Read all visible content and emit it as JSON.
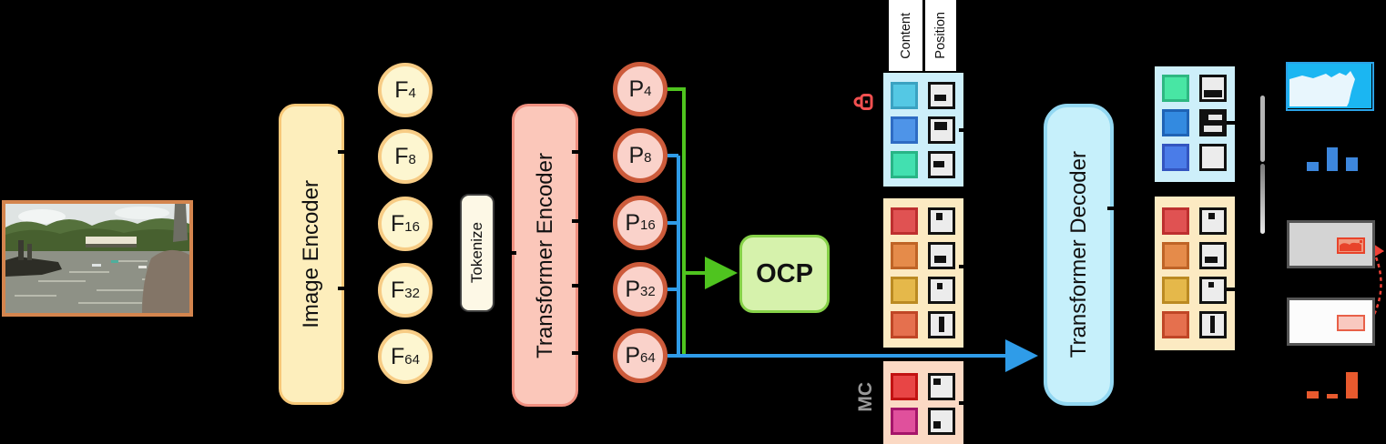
{
  "colors": {
    "background": "#000000",
    "green_arrow": "#4fc41f",
    "blue_arrow": "#2f9ce8",
    "red_accent": "#ef4136"
  },
  "photo": {
    "description": "input river scene photograph",
    "border": "#d4854e"
  },
  "image_encoder": {
    "label": "Image Encoder"
  },
  "tokenize": {
    "label": "Tokenize"
  },
  "transformer_encoder": {
    "label": "Transformer Encoder"
  },
  "ocp": {
    "label": "OCP"
  },
  "transformer_decoder": {
    "label": "Transformer Decoder"
  },
  "feature_tokens": {
    "fill": "#fdf6d0",
    "border": "#f7cc85",
    "items": [
      {
        "base": "F",
        "sub": "4"
      },
      {
        "base": "F",
        "sub": "8"
      },
      {
        "base": "F",
        "sub": "16"
      },
      {
        "base": "F",
        "sub": "32"
      },
      {
        "base": "F",
        "sub": "64"
      }
    ]
  },
  "position_tokens": {
    "fill": "#fad2ca",
    "border": "#cc5b3b",
    "items": [
      {
        "base": "P",
        "sub": "4"
      },
      {
        "base": "P",
        "sub": "8"
      },
      {
        "base": "P",
        "sub": "16"
      },
      {
        "base": "P",
        "sub": "32"
      },
      {
        "base": "P",
        "sub": "64"
      }
    ]
  },
  "query_headers": {
    "content": "Content",
    "position": "Position"
  },
  "mc_label": "MC",
  "lock_icon": {
    "name": "lock-icon",
    "color": "#f25050"
  },
  "queries_in": {
    "locked": {
      "bg": "#cdeffa",
      "rows": [
        {
          "c": "#54c8e4",
          "cb": "#3aa2c2",
          "glyph": {
            "mode": "light",
            "rects": [
              [
                18,
                45,
                52,
                32
              ]
            ]
          }
        },
        {
          "c": "#4e94e8",
          "cb": "#2e6cc4",
          "glyph": {
            "mode": "light",
            "rects": [
              [
                18,
                12,
                55,
                40
              ]
            ]
          }
        },
        {
          "c": "#42e0b0",
          "cb": "#28b586",
          "glyph": {
            "mode": "light",
            "rects": [
              [
                14,
                33,
                48,
                30
              ]
            ]
          }
        }
      ]
    },
    "standard": {
      "bg": "#fceac2",
      "rows": [
        {
          "c": "#e05252",
          "cb": "#bd2f2f",
          "glyph": {
            "mode": "light",
            "rects": [
              [
                26,
                14,
                30,
                30
              ]
            ]
          }
        },
        {
          "c": "#e58b4a",
          "cb": "#bf6426",
          "glyph": {
            "mode": "light",
            "rects": [
              [
                16,
                52,
                55,
                30
              ]
            ]
          }
        },
        {
          "c": "#e5b84a",
          "cb": "#bb8a22",
          "glyph": {
            "mode": "light",
            "rects": [
              [
                28,
                16,
                28,
                28
              ]
            ]
          }
        },
        {
          "c": "#e5704e",
          "cb": "#c04626",
          "glyph": {
            "mode": "light",
            "rects": [
              [
                36,
                12,
                26,
                72
              ]
            ]
          }
        }
      ]
    },
    "mc": {
      "bg": "#fbd9c4",
      "rows": [
        {
          "c": "#e84545",
          "cb": "#c21212",
          "glyph": {
            "mode": "light",
            "rects": [
              [
                14,
                12,
                30,
                30
              ]
            ]
          }
        },
        {
          "c": "#e0509c",
          "cb": "#a5156a",
          "glyph": {
            "mode": "light",
            "rects": [
              [
                14,
                52,
                30,
                30
              ]
            ]
          }
        }
      ]
    }
  },
  "queries_out": {
    "locked": {
      "bg": "#cdeffa",
      "rows": [
        {
          "c": "#48e6a4",
          "cb": "#2eb882",
          "glyph": {
            "mode": "light",
            "rects": [
              [
                8,
                60,
                84,
                32
              ]
            ]
          }
        },
        {
          "c": "#338ae0",
          "cb": "#1f63b5",
          "glyph": {
            "mode": "dark",
            "rects": [
              [
                30,
                12,
                62,
                26
              ],
              [
                8,
                62,
                84,
                28
              ]
            ]
          }
        },
        {
          "c": "#4a7ce8",
          "cb": "#3355c0",
          "glyph": {
            "mode": "light",
            "rects": []
          }
        }
      ]
    },
    "standard": {
      "bg": "#fceac2",
      "rows": [
        {
          "c": "#e05252",
          "cb": "#bd2f2f",
          "glyph": {
            "mode": "light",
            "rects": [
              [
                30,
                14,
                28,
                28
              ]
            ]
          }
        },
        {
          "c": "#e58b4a",
          "cb": "#bf6426",
          "glyph": {
            "mode": "light",
            "rects": [
              [
                14,
                55,
                55,
                28
              ]
            ]
          }
        },
        {
          "c": "#e5b84a",
          "cb": "#bb8a22",
          "glyph": {
            "mode": "light",
            "rects": [
              [
                30,
                12,
                26,
                26
              ]
            ]
          }
        },
        {
          "c": "#e5704e",
          "cb": "#c04626",
          "glyph": {
            "mode": "light",
            "rects": [
              [
                36,
                10,
                24,
                76
              ]
            ]
          }
        }
      ]
    }
  },
  "outputs": {
    "stuff_mask": {
      "main": "#1bb6f2",
      "secondary": "#e8f6fd",
      "border": "#2aa3e8"
    },
    "class_bars_top": {
      "color": "#3d87dd",
      "values": [
        10,
        26,
        15
      ]
    },
    "thing_box": {
      "bg": "#d4d4d4",
      "border": "#555555",
      "mask_fill": "#f0997f",
      "mask_stroke": "#e8432a"
    },
    "box_pred": {
      "bg": "#fcfcfc",
      "border": "#555555",
      "inner_fill": "#f9c9c0",
      "inner_stroke": "#e86048"
    },
    "class_bars_bottom": {
      "color": "#e85a2e",
      "values": [
        8,
        5,
        29
      ]
    }
  }
}
